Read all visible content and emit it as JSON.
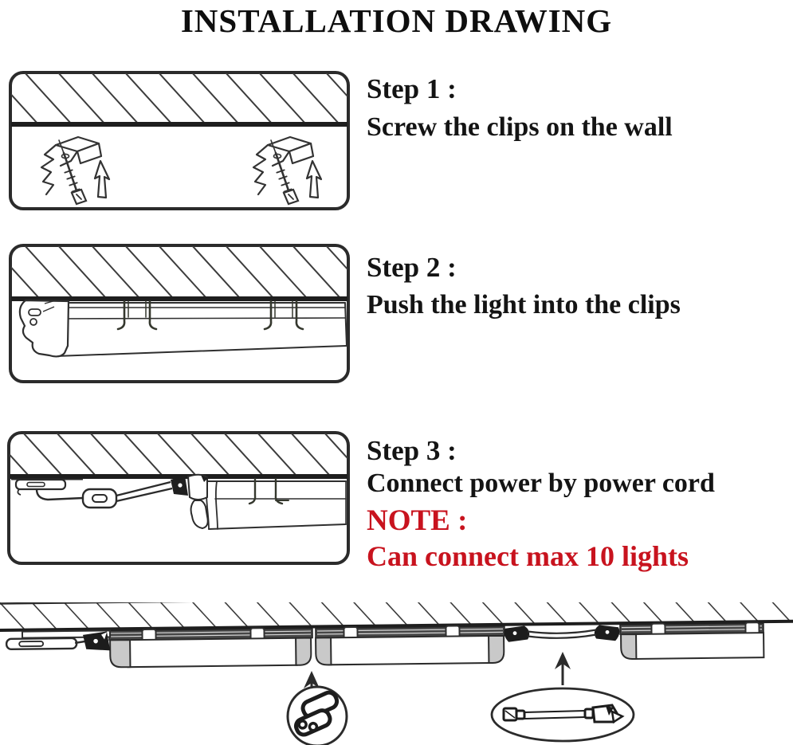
{
  "title": "INSTALLATION DRAWING",
  "colors": {
    "text": "#141414",
    "note_red": "#c8131e",
    "line_dark": "#2b2b2b",
    "end_cap_gray": "#c9c9c9"
  },
  "steps": [
    {
      "heading": "Step 1 :",
      "description": "Screw the clips on the wall"
    },
    {
      "heading": "Step 2 :",
      "description": "Push the light into the clips"
    },
    {
      "heading": "Step 3 :",
      "description": "Connect power by power cord",
      "note_heading": "NOTE :",
      "note_body": "Can connect max 10 lights"
    }
  ],
  "icons": {
    "step1_diagram": "clip-and-screw-on-hatched-wall",
    "step2_diagram": "tube-light-pushed-into-clips",
    "step3_diagram": "power-cord-plugged-into-tube-end",
    "overview_diagram": "row-of-linked-tube-lights-under-ceiling",
    "callout1": "two-pin-connector-icon",
    "callout2": "connecting-cord-icon"
  }
}
